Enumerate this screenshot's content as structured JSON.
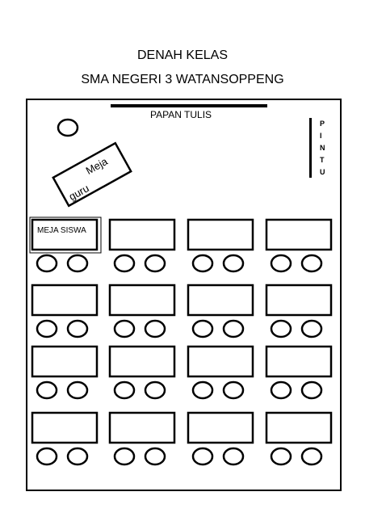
{
  "header": {
    "title": "DENAH KELAS",
    "subtitle": "SMA NEGERI 3 WATANSOPPENG"
  },
  "room": {
    "board_label": "PAPAN TULIS",
    "door_label": [
      "P",
      "I",
      "N",
      "T",
      "U"
    ],
    "teacher_desk_label": [
      "Meja",
      "guru"
    ],
    "student_desk_label": "MEJA SISWA",
    "desk_rows": 4,
    "desk_cols": 4,
    "chairs_per_desk": 2
  }
}
